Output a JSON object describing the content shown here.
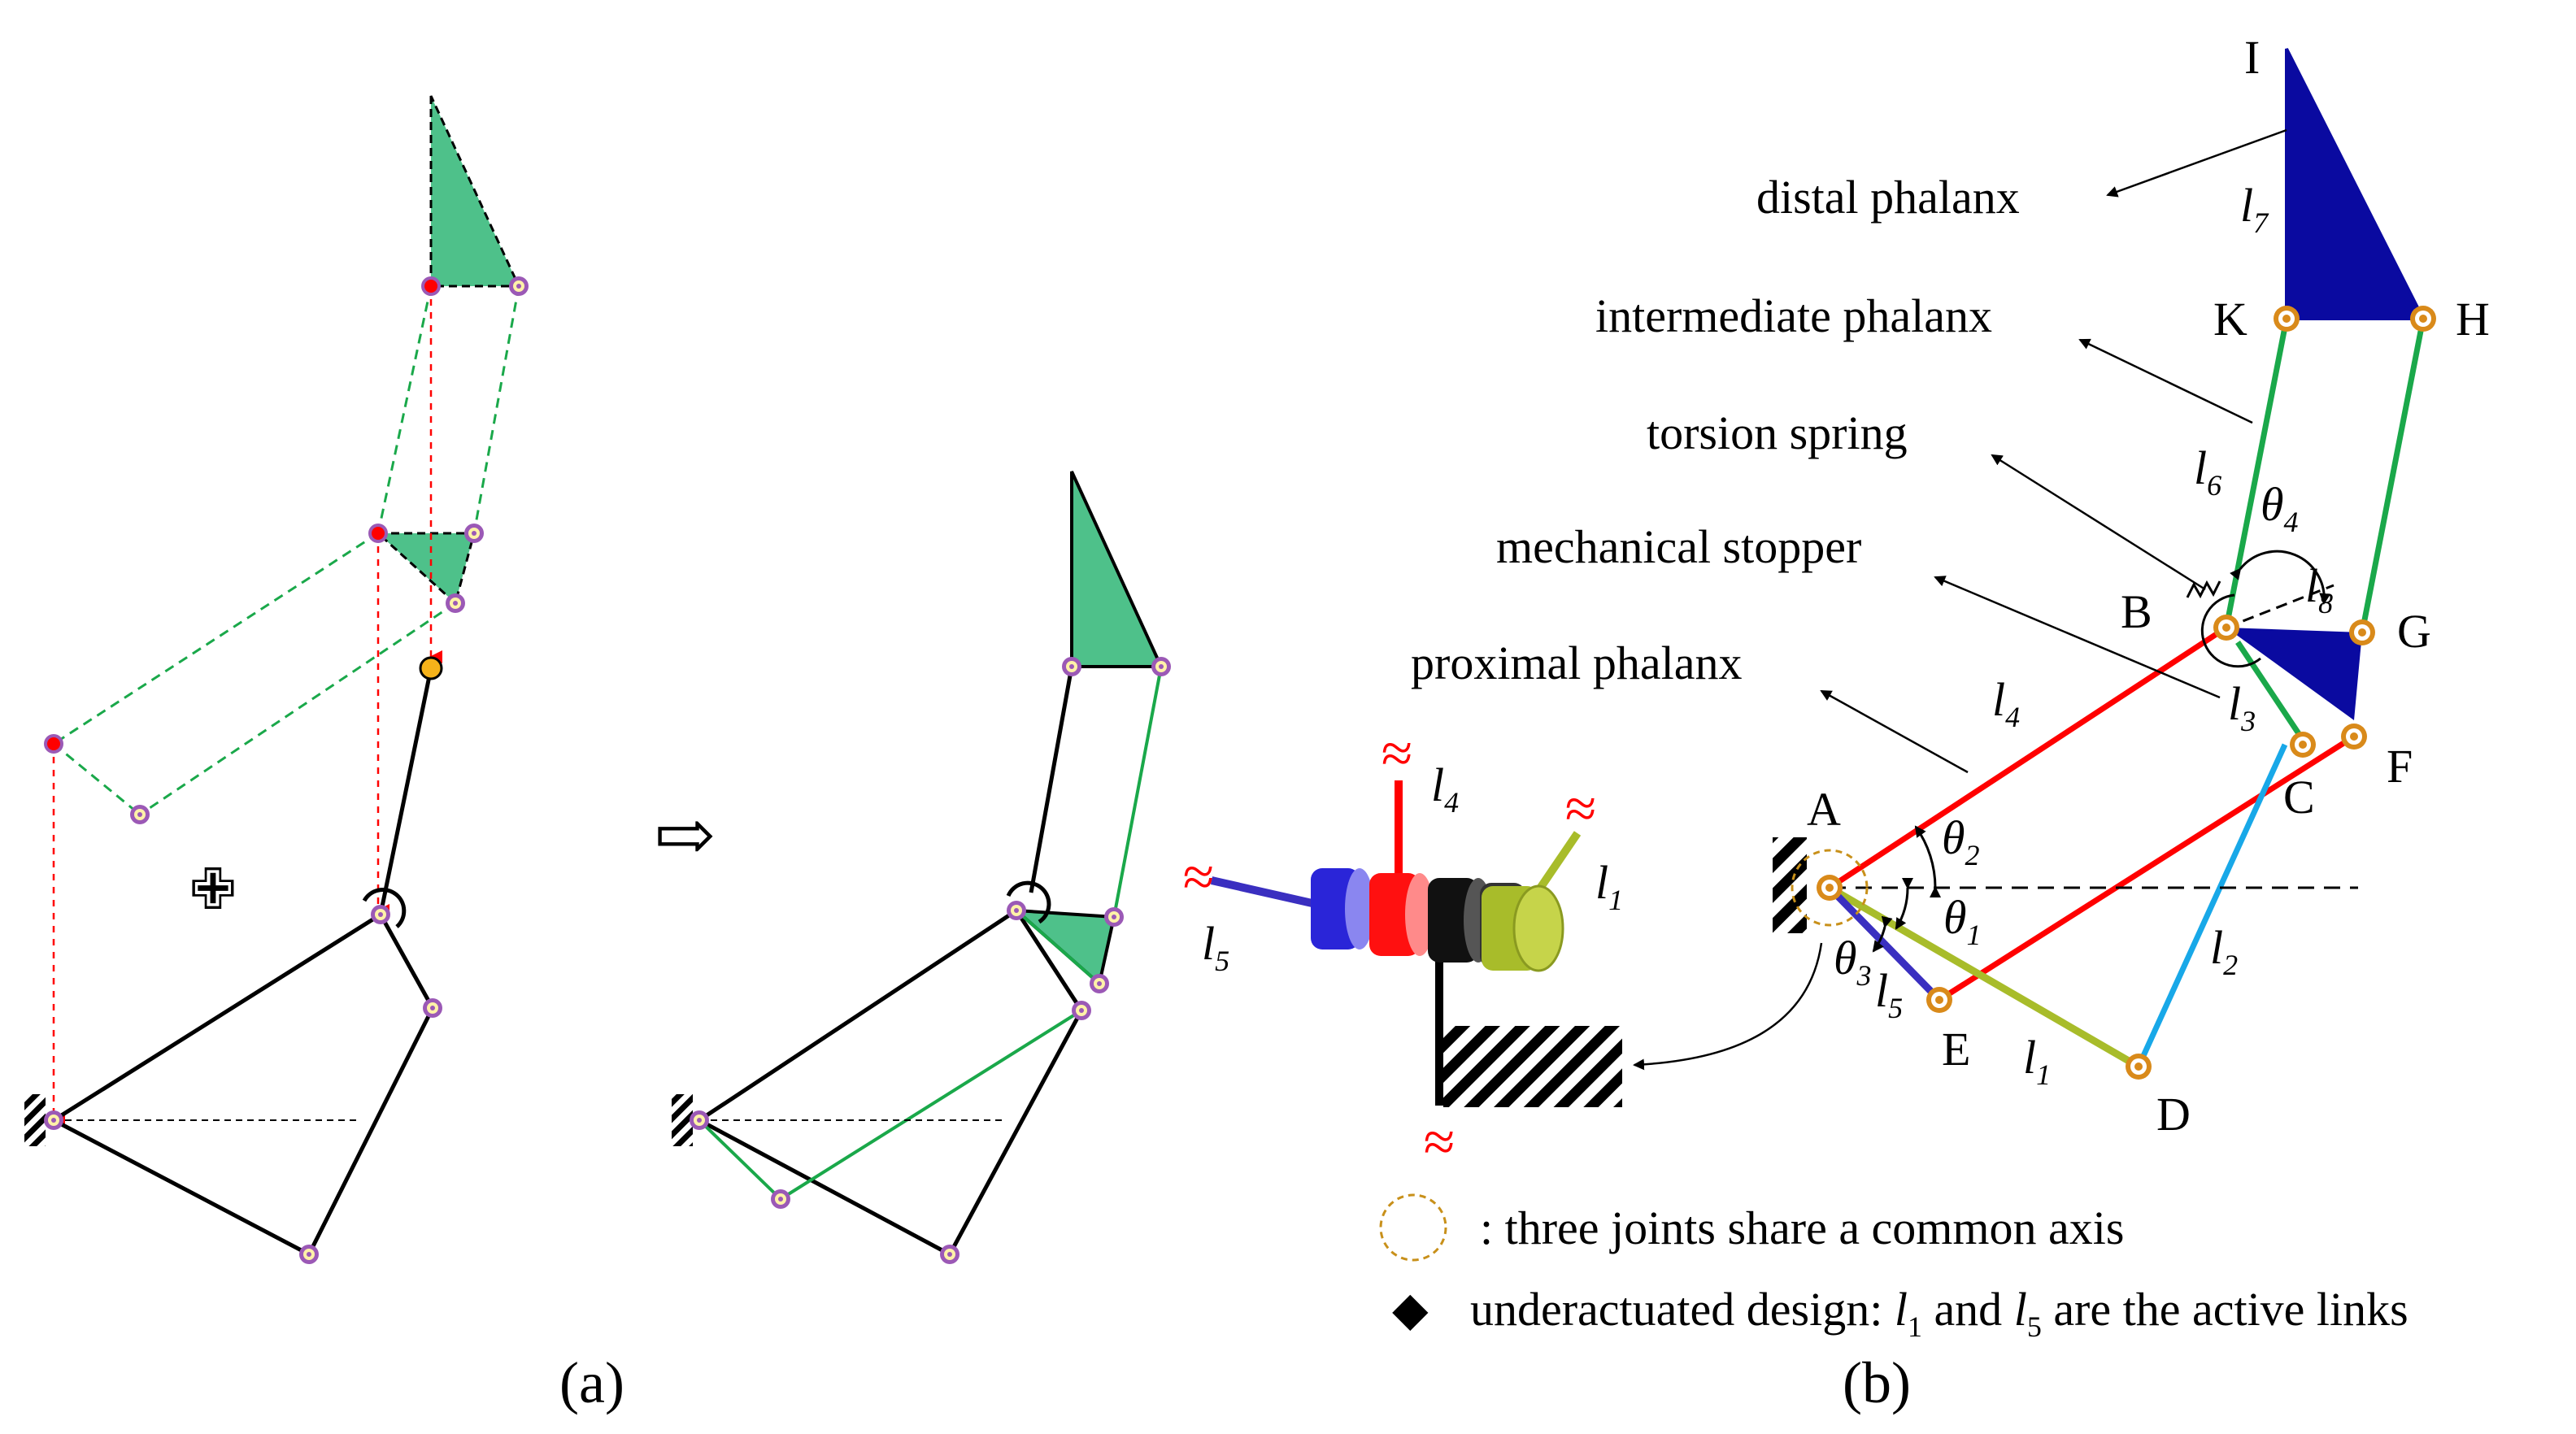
{
  "panel_a": {
    "caption": "(a)",
    "arrow": "⇨",
    "plus": "✙"
  },
  "panel_b": {
    "caption": "(b)",
    "annotations": {
      "distal": "distal phalanx",
      "intermediate": "intermediate phalanx",
      "torsion": "torsion spring",
      "stopper": "mechanical stopper",
      "proximal": "proximal phalanx"
    },
    "points": {
      "A": "A",
      "B": "B",
      "C": "C",
      "D": "D",
      "E": "E",
      "F": "F",
      "G": "G",
      "H": "H",
      "I": "I",
      "K": "K"
    },
    "links": {
      "l1": {
        "base": "l",
        "sub": "1"
      },
      "l2": {
        "base": "l",
        "sub": "2"
      },
      "l3": {
        "base": "l",
        "sub": "3"
      },
      "l4": {
        "base": "l",
        "sub": "4"
      },
      "l5": {
        "base": "l",
        "sub": "5"
      },
      "l6": {
        "base": "l",
        "sub": "6"
      },
      "l7": {
        "base": "l",
        "sub": "7"
      },
      "l8": {
        "base": "l",
        "sub": "8"
      }
    },
    "angles": {
      "t1": {
        "base": "θ",
        "sub": "1"
      },
      "t2": {
        "base": "θ",
        "sub": "2"
      },
      "t3": {
        "base": "θ",
        "sub": "3"
      },
      "t4": {
        "base": "θ",
        "sub": "4"
      }
    },
    "legend": {
      "common_axis": ": three joints share a common axis",
      "diamond": "◆",
      "design_prefix": "underactuated design: ",
      "and": " and ",
      "suffix": " are the active links",
      "l1": {
        "base": "l",
        "sub": "1"
      },
      "l5": {
        "base": "l",
        "sub": "5"
      }
    },
    "axis_break": "≈"
  },
  "colors": {
    "green_fill": "#4ec18a",
    "green_line": "#1aa84a",
    "red": "#ff0000",
    "navy": "#0a0aa0",
    "blue_link": "#3a2fc0",
    "cyan": "#18a8e8",
    "olive": "#a8bc2a",
    "joint_orange": "#d98a1a",
    "joint_purple": "#9b59b6"
  }
}
